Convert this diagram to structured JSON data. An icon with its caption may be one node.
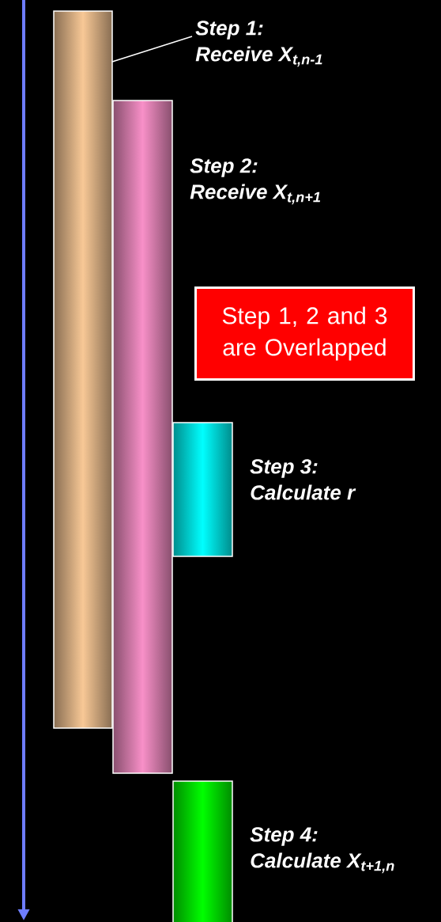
{
  "diagram": {
    "nodes": [
      {
        "text": [],
        "shape": "bar"
      },
      {
        "text": [
          "Step 1:",
          "Receive X$_{t,n-1}$"
        ]
      },
      {
        "text": [],
        "shape": "bar",
        "beside": [
          "Step 2:",
          "Receive X$_{t,n+1}$"
        ]
      },
      {
        "text": [
          "Step 1, 2 and 3 are Overlapped"
        ]
      },
      {
        "text": [],
        "shape": "bar",
        "beside": [
          "Step 3:",
          "Calculate r"
        ]
      },
      {
        "text": [],
        "shape": "bar",
        "beside": [
          "Step 4:",
          "Calculate X$_{t+1,n}$"
        ]
      }
    ],
    "edges": [
      {
        "from": 1,
        "to": 0,
        "arrow": "none"
      }
    ]
  }
}
